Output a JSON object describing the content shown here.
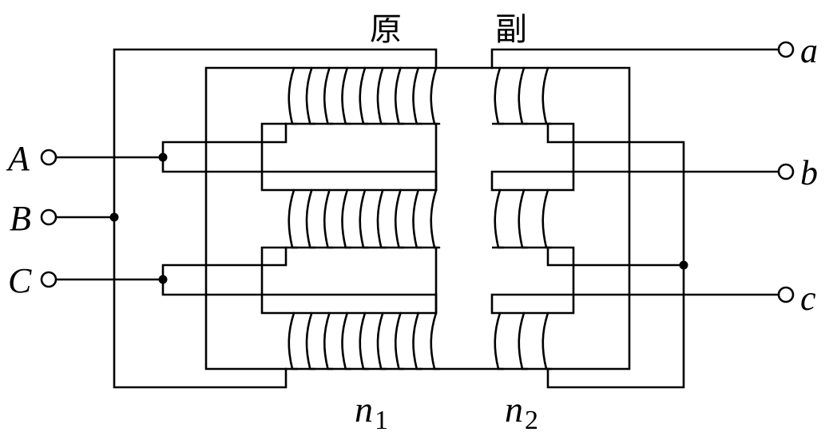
{
  "labels": {
    "primary": "原",
    "secondary": "副",
    "primary_turns": "n",
    "primary_turns_sub": "1",
    "secondary_turns": "n",
    "secondary_turns_sub": "2"
  },
  "terminals": {
    "primary": [
      "A",
      "B",
      "C"
    ],
    "secondary": [
      "a",
      "b",
      "c"
    ]
  },
  "windings": {
    "primary_turns_drawn": 9,
    "secondary_turns_drawn": 3
  }
}
